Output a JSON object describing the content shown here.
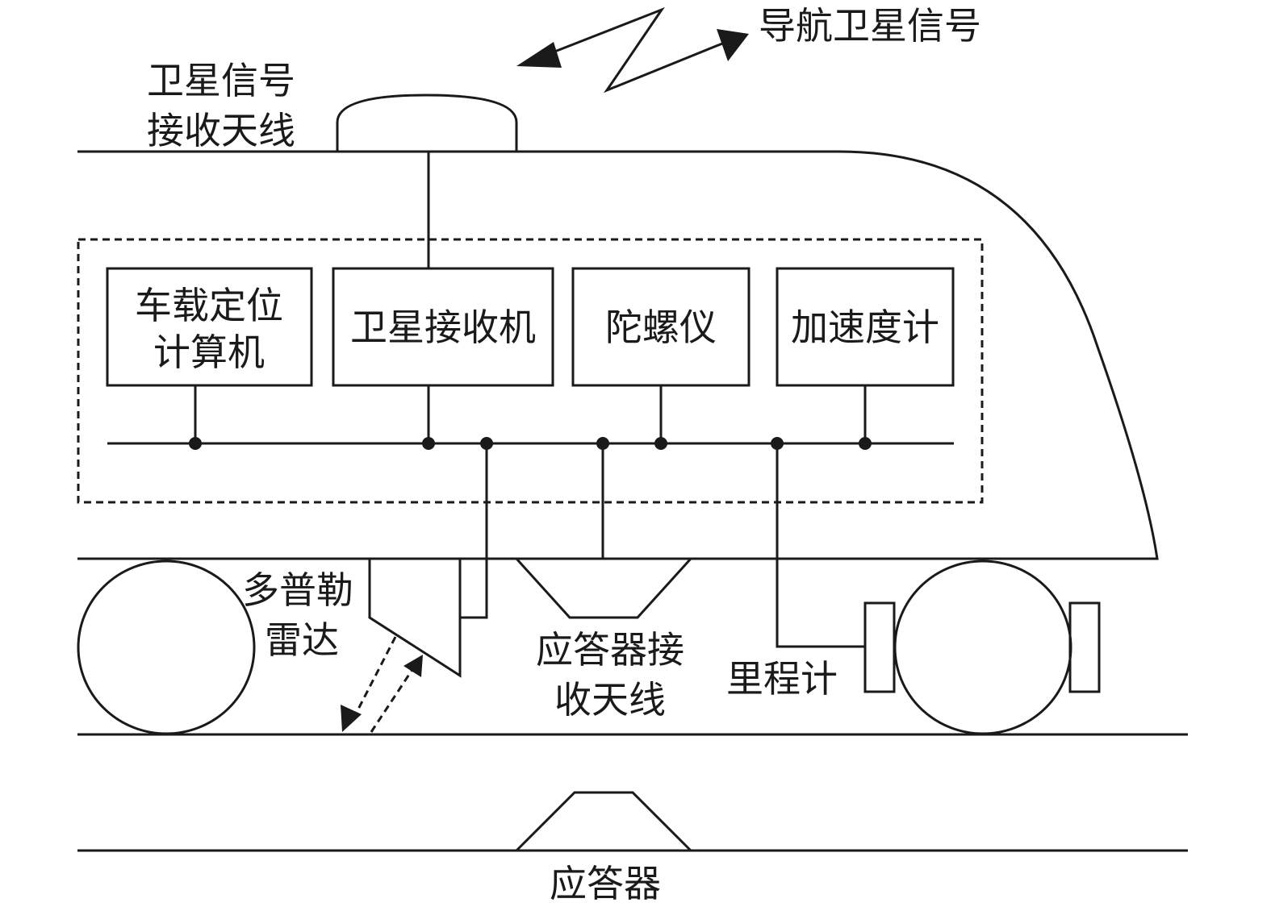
{
  "labels": {
    "nav_signal": "导航卫星信号",
    "antenna_line1": "卫星信号",
    "antenna_line2": "接收天线",
    "doppler_line1": "多普勒",
    "doppler_line2": "雷达",
    "balise_antenna_line1": "应答器接",
    "balise_antenna_line2": "收天线",
    "odometer": "里程计",
    "balise": "应答器"
  },
  "boxes": {
    "computer_line1": "车载定位",
    "computer_line2": "计算机",
    "satellite_receiver": "卫星接收机",
    "gyroscope": "陀螺仪",
    "accelerometer": "加速度计"
  },
  "colors": {
    "stroke": "#1a1a1a",
    "background": "#ffffff"
  }
}
